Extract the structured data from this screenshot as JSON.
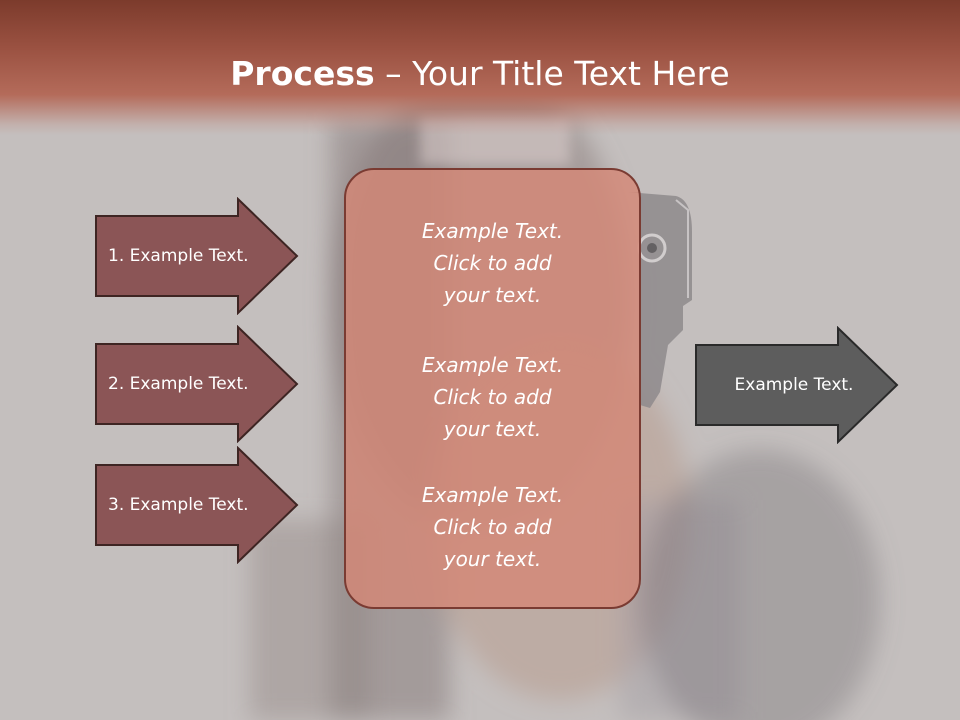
{
  "title": {
    "bold": "Process",
    "rest": " – Your Title Text Here"
  },
  "left_arrows": [
    {
      "label": "1. Example Text."
    },
    {
      "label": "2. Example Text."
    },
    {
      "label": "3. Example Text."
    }
  ],
  "center_blocks": [
    {
      "line1": "Example Text.",
      "line2": "Click  to add",
      "line3": "your text."
    },
    {
      "line1": "Example Text.",
      "line2": "Click  to add",
      "line3": "your text."
    },
    {
      "line1": "Example Text.",
      "line2": "Click  to add",
      "line3": "your text."
    }
  ],
  "right_arrow": {
    "label": "Example Text."
  },
  "colors": {
    "title_band": "#9a5141",
    "left_arrow_fill": "#8b5556",
    "center_box_fill": "#d48876",
    "right_arrow_fill": "#5d5d5d"
  }
}
